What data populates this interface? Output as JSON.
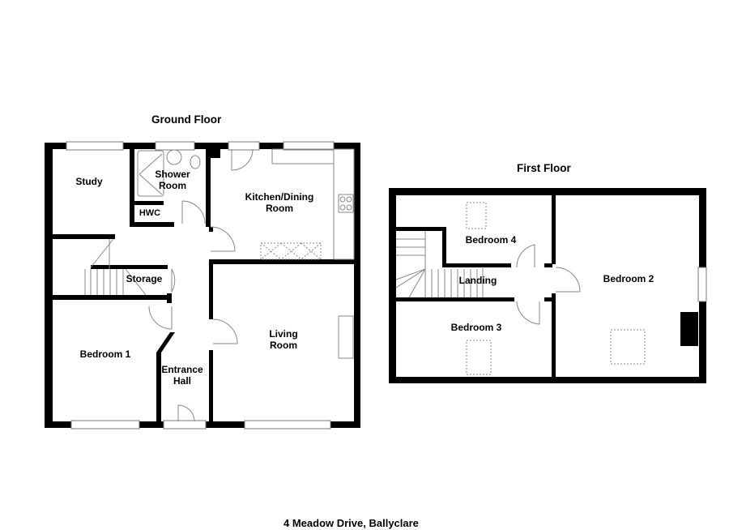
{
  "ground_floor": {
    "title": "Ground Floor",
    "rooms": {
      "study": "Study",
      "shower_room": "Shower\nRoom",
      "hwc": "HWC",
      "kitchen": "Kitchen/Dining\nRoom",
      "storage": "Storage",
      "bedroom1": "Bedroom 1",
      "entrance_hall": "Entrance\nHall",
      "living_room": "Living\nRoom"
    }
  },
  "first_floor": {
    "title": "First Floor",
    "rooms": {
      "bedroom4": "Bedroom 4",
      "landing": "Landing",
      "bedroom3": "Bedroom 3",
      "bedroom2": "Bedroom 2"
    }
  },
  "footer": {
    "address": "4 Meadow Drive, Ballyclare"
  },
  "colors": {
    "wall": "#000000",
    "fixture": "#888888",
    "background": "#ffffff"
  }
}
